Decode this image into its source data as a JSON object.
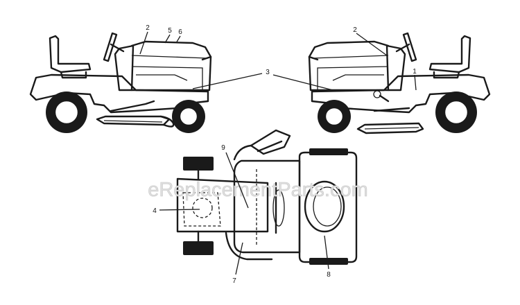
{
  "watermark": "eReplacementParts.com",
  "callouts": {
    "n1": "1",
    "n2_left": "2",
    "n2_right": "2",
    "n3": "3",
    "n4": "4",
    "n5": "5",
    "n6": "6",
    "n7": "7",
    "n8": "8",
    "n9": "9"
  }
}
